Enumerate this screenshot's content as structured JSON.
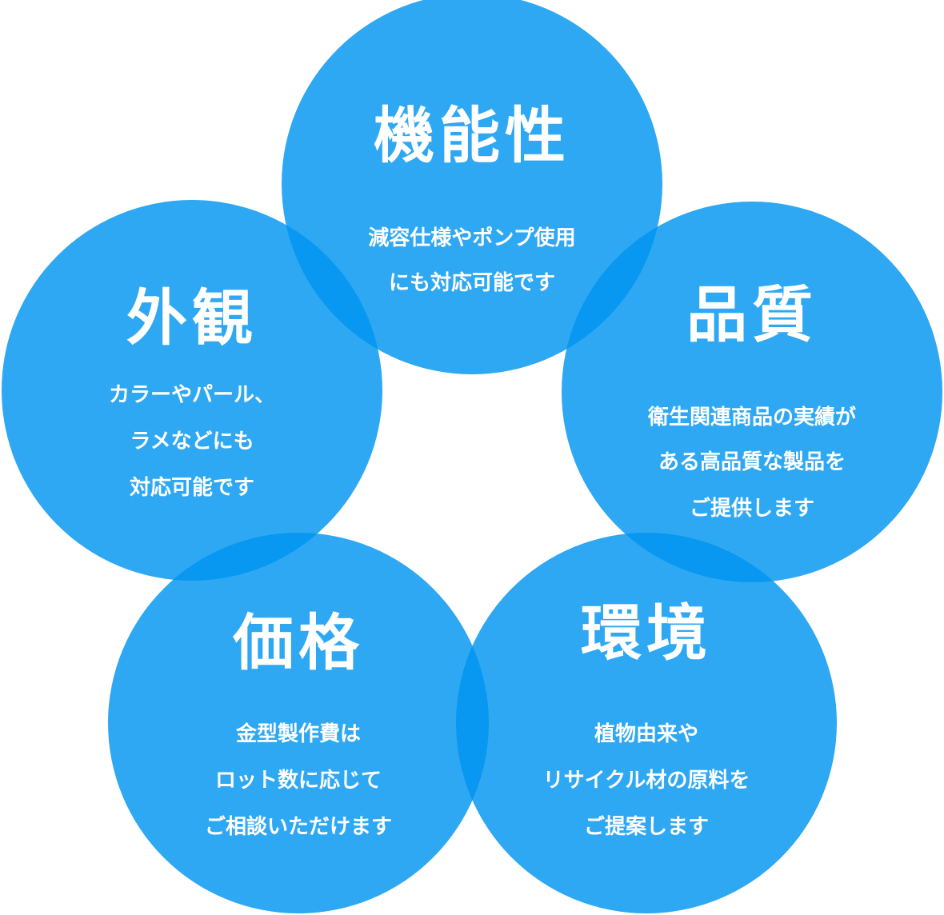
{
  "colors": {
    "circle_fill": "#0095f0"
  },
  "circles": [
    {
      "id": "functionality",
      "title": "機能性",
      "lines": [
        "減容仕様やポンプ使用",
        "にも対応可能です"
      ]
    },
    {
      "id": "appearance",
      "title": "外観",
      "lines": [
        "カラーやパール、",
        "ラメなどにも",
        "対応可能です"
      ]
    },
    {
      "id": "quality",
      "title": "品質",
      "lines": [
        "衛生関連商品の実績が",
        "ある高品質な製品を",
        "ご提供します"
      ]
    },
    {
      "id": "price",
      "title": "価格",
      "lines": [
        "金型製作費は",
        "ロット数に応じて",
        "ご相談いただけます"
      ]
    },
    {
      "id": "environment",
      "title": "環境",
      "lines": [
        "植物由来や",
        "リサイクル材の原料を",
        "ご提案します"
      ]
    }
  ]
}
